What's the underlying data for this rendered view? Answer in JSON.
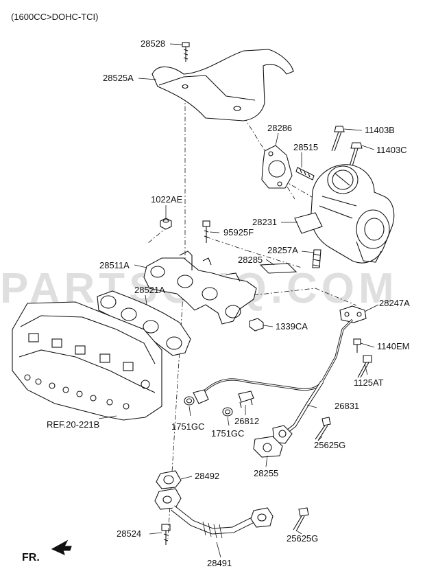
{
  "diagram": {
    "engine_spec": "(1600CC>DOHC-TCI)",
    "front_marker": "FR.",
    "watermark": "PARTSOUQ.COM",
    "callouts": {
      "c28528": "28528",
      "c28525A": "28525A",
      "c28286": "28286",
      "c11403B": "11403B",
      "c28515": "28515",
      "c11403C": "11403C",
      "c1022AE": "1022AE",
      "c95925F": "95925F",
      "c28231": "28231",
      "c28511A": "28511A",
      "c28257A": "28257A",
      "c28285": "28285",
      "c28521A": "28521A",
      "c28247A": "28247A",
      "c1339CA": "1339CA",
      "c1140EM": "1140EM",
      "c1125AT": "1125AT",
      "cREF": "REF.20-221B",
      "c26831": "26831",
      "c1751GC_a": "1751GC",
      "c26812": "26812",
      "c1751GC_b": "1751GC",
      "c25625G_a": "25625G",
      "c28255": "28255",
      "c28492": "28492",
      "c28524": "28524",
      "c25625G_b": "25625G",
      "c28491": "28491"
    }
  }
}
